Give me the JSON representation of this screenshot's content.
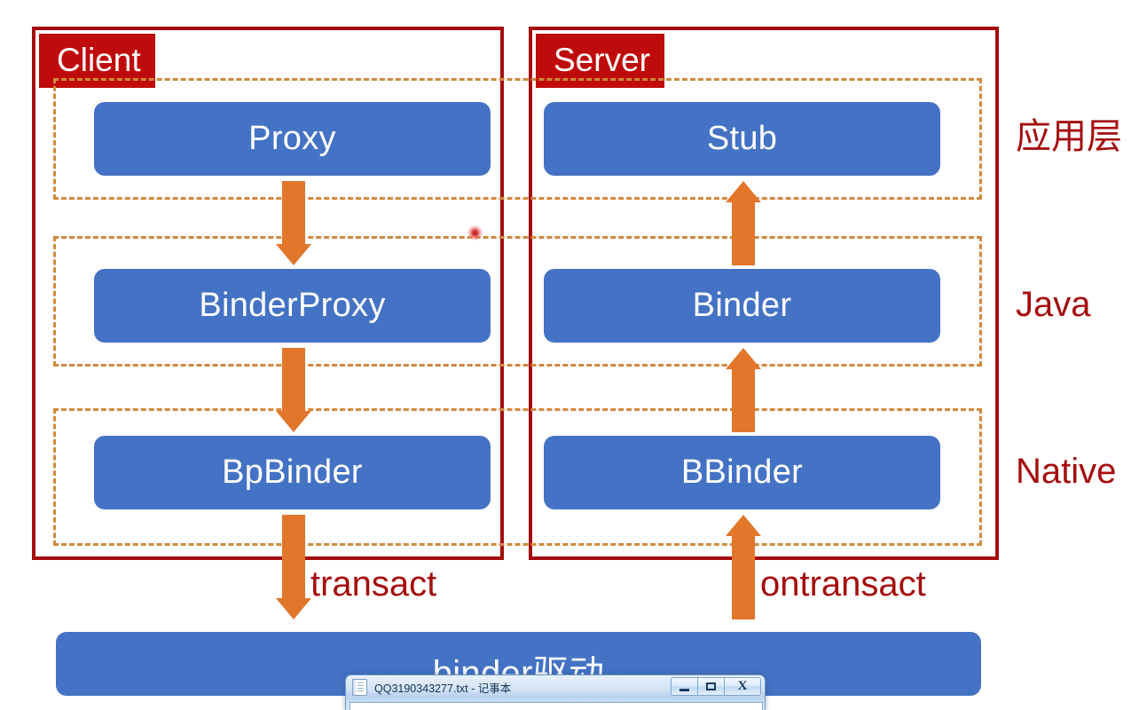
{
  "diagram": {
    "groups": [
      {
        "id": "client",
        "title": "Client"
      },
      {
        "id": "server",
        "title": "Server"
      }
    ],
    "layers": [
      {
        "id": "app",
        "label": "应用层"
      },
      {
        "id": "java",
        "label": "Java"
      },
      {
        "id": "native",
        "label": "Native"
      }
    ],
    "nodes": {
      "client": [
        {
          "layer": "app",
          "label": "Proxy"
        },
        {
          "layer": "java",
          "label": "BinderProxy"
        },
        {
          "layer": "native",
          "label": "BpBinder"
        }
      ],
      "server": [
        {
          "layer": "app",
          "label": "Stub"
        },
        {
          "layer": "java",
          "label": "Binder"
        },
        {
          "layer": "native",
          "label": "BBinder"
        }
      ]
    },
    "driver": {
      "label": "binder驱动"
    },
    "arrow_captions": {
      "transact": "transact",
      "ontransact": "ontransact"
    },
    "colors": {
      "group_border": "#A50D0D",
      "group_title_bg": "#BF0B0B",
      "layer_band_dash": "#D08A3E",
      "node_fill": "#4472C4",
      "arrow": "#E2762B",
      "label_text": "#A50D0D"
    }
  },
  "notepad": {
    "title": "QQ3190343277.txt - 记事本",
    "controls": {
      "minimize": "minimize",
      "maximize": "maximize",
      "close": "X"
    }
  }
}
